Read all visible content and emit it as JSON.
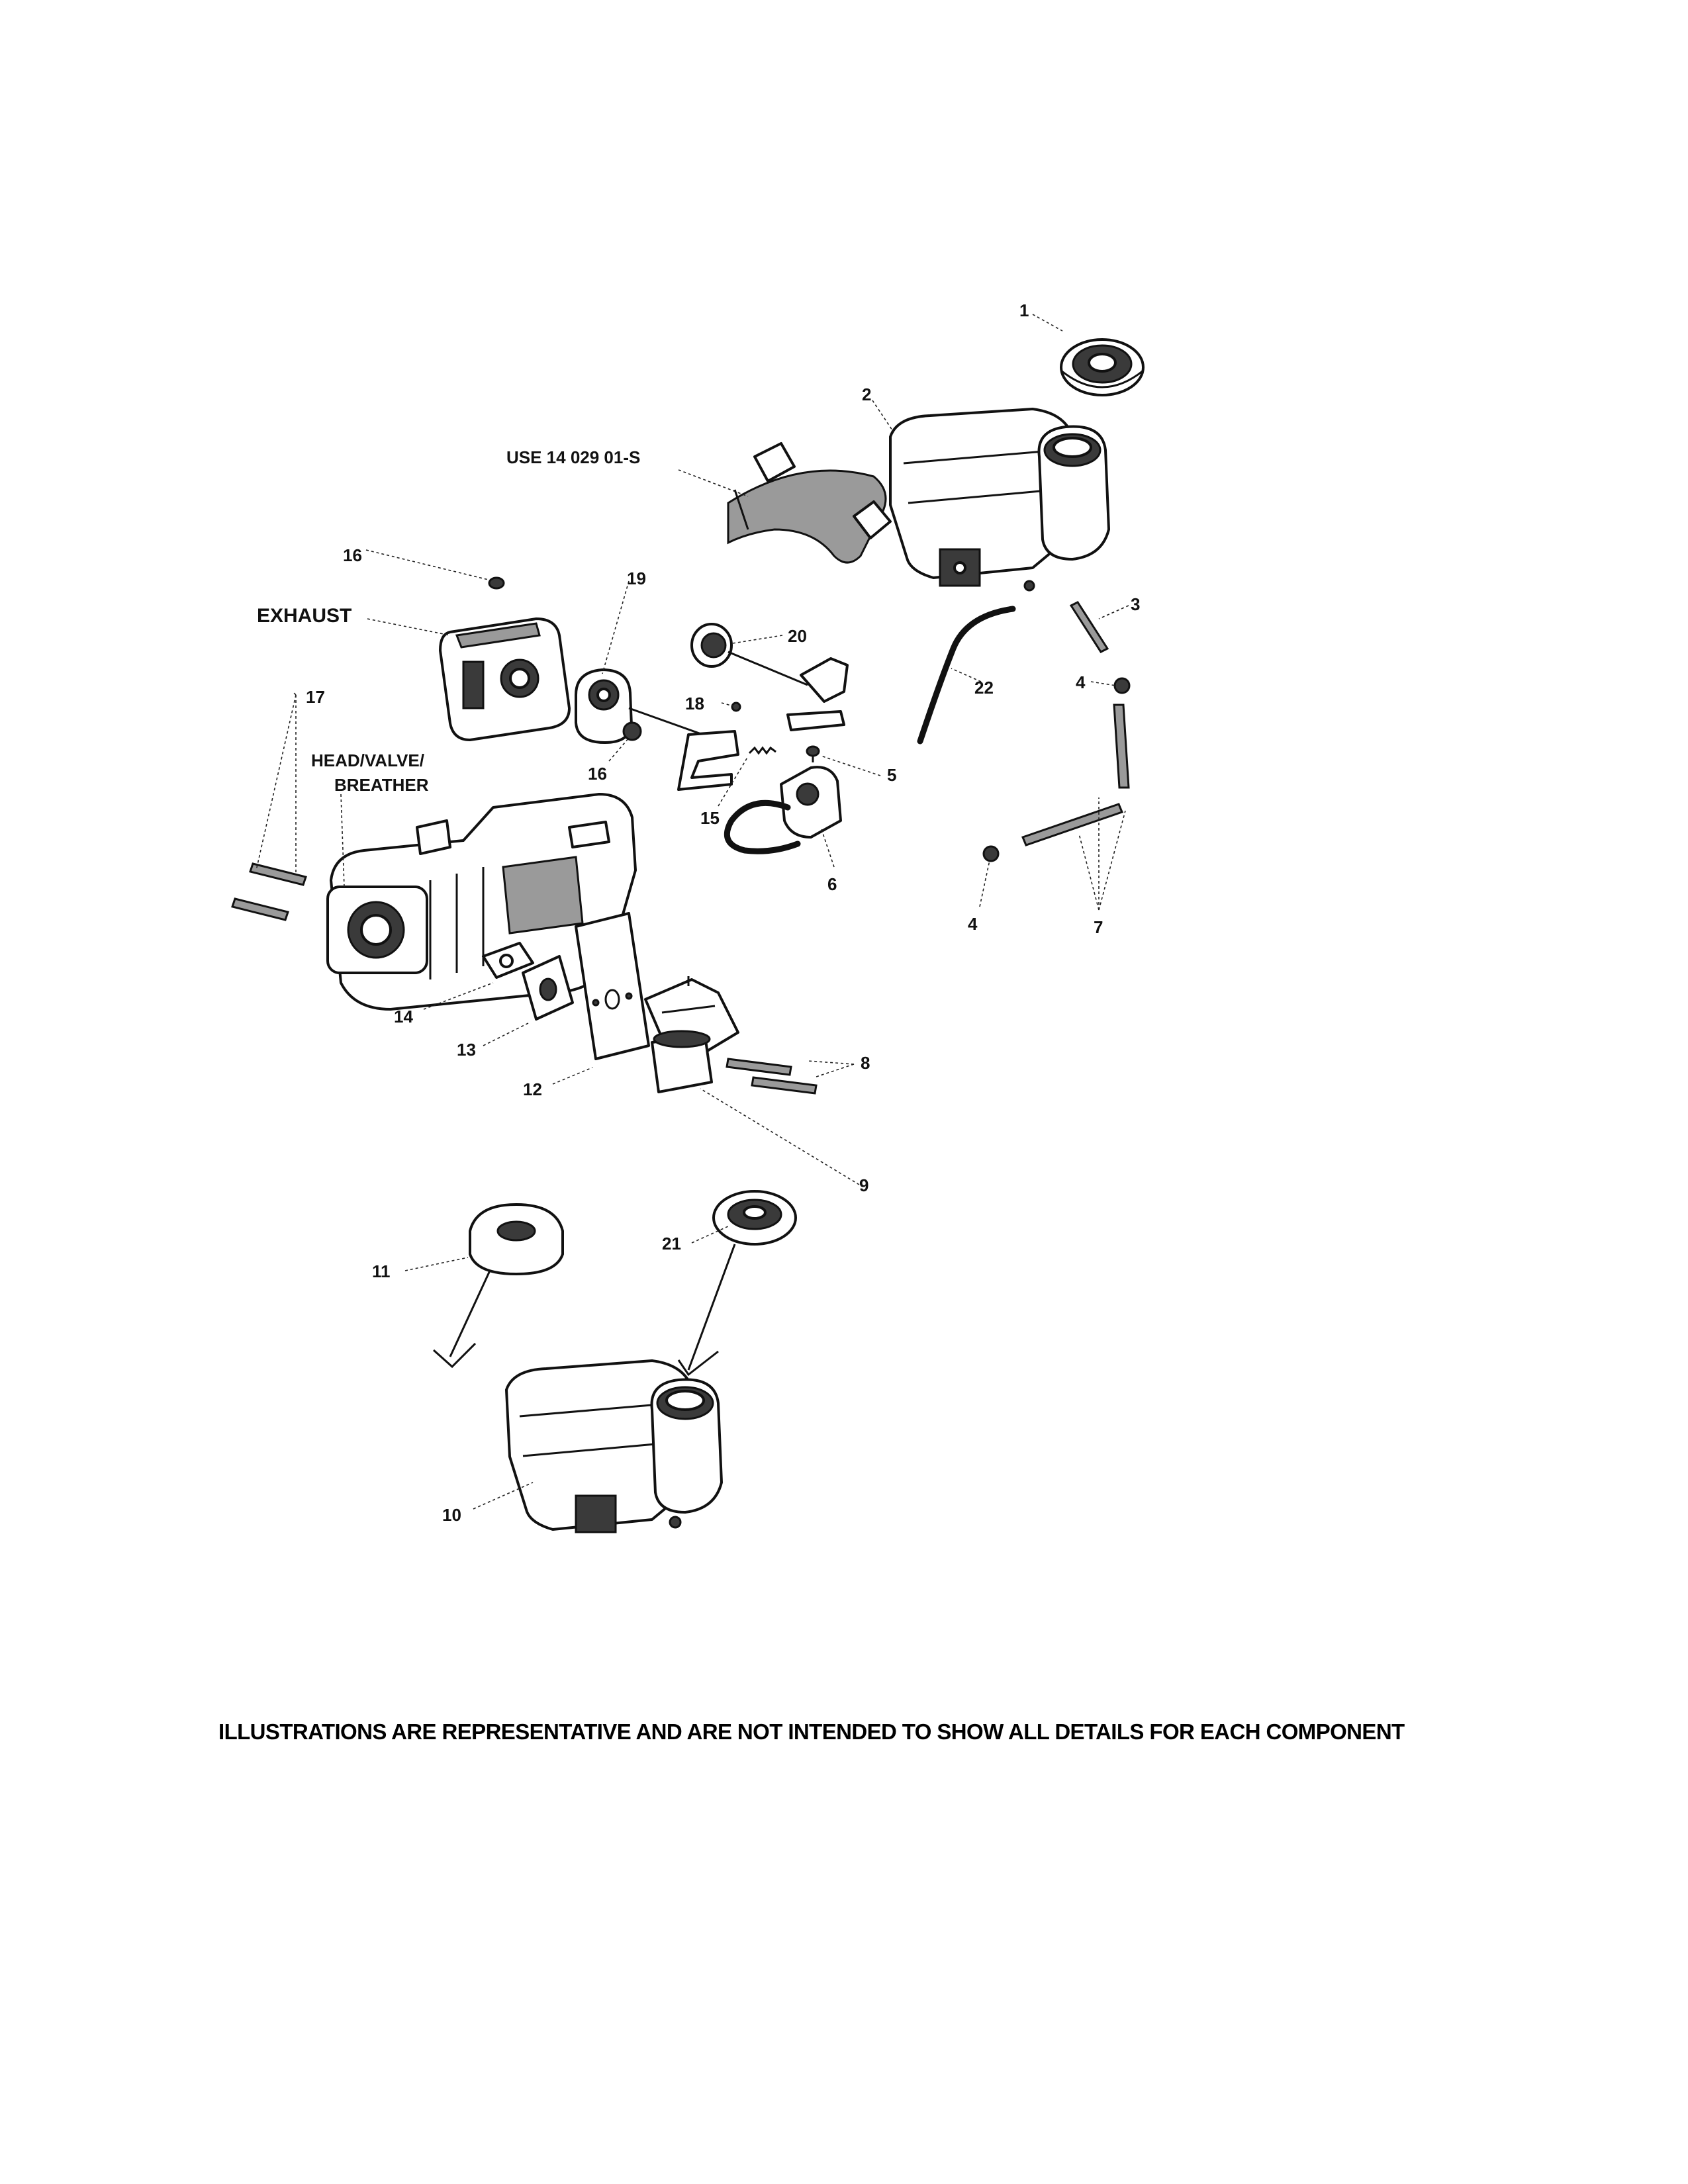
{
  "callouts": {
    "c1": "1",
    "c2": "2",
    "c3": "3",
    "c4a": "4",
    "c4b": "4",
    "c5": "5",
    "c6": "6",
    "c7": "7",
    "c8": "8",
    "c9": "9",
    "c10": "10",
    "c11": "11",
    "c12": "12",
    "c13": "13",
    "c14": "14",
    "c15": "15",
    "c16a": "16",
    "c16b": "16",
    "c17": "17",
    "c18": "18",
    "c19": "19",
    "c20": "20",
    "c21": "21",
    "c22": "22"
  },
  "labels": {
    "use_note": "USE 14 029 01-S",
    "exhaust": "EXHAUST",
    "head_valve": "HEAD/VALVE/",
    "breather": "BREATHER"
  },
  "disclaimer": "ILLUSTRATIONS ARE REPRESENTATIVE AND ARE NOT INTENDED TO SHOW ALL DETAILS FOR EACH COMPONENT"
}
